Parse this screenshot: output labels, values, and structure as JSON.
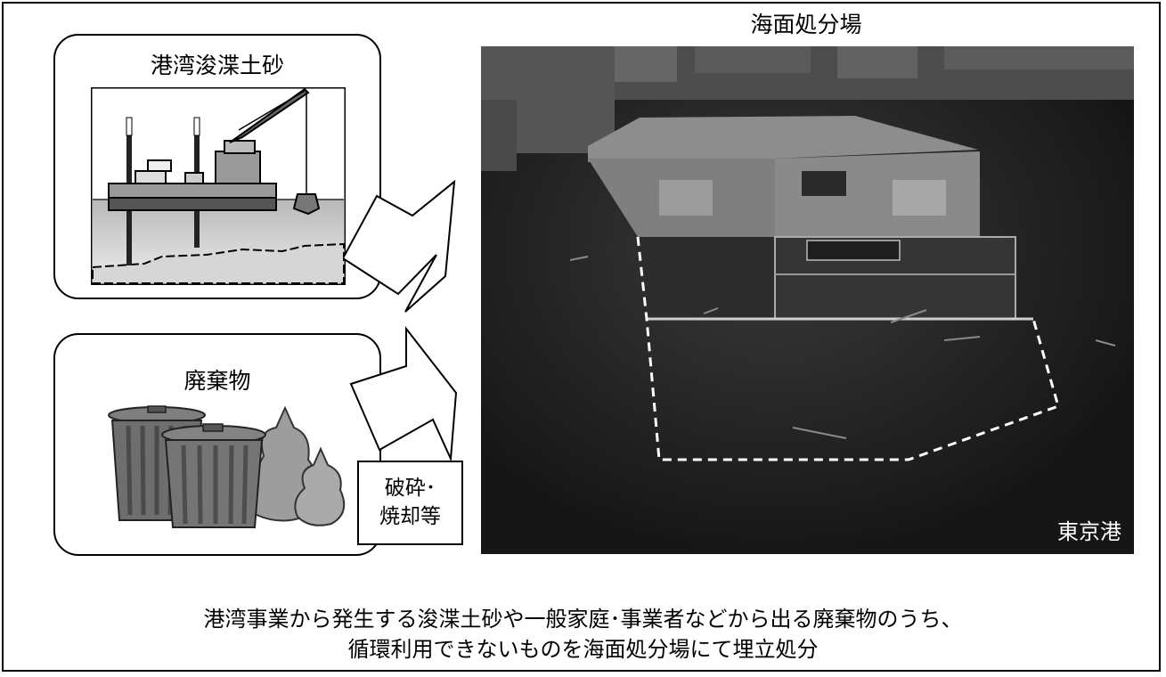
{
  "dredged_soil": {
    "title": "港湾浚渫土砂"
  },
  "waste": {
    "title": "廃棄物"
  },
  "process": {
    "line1": "破砕･",
    "line2": "焼却等"
  },
  "disposal_site": {
    "title": "海面処分場",
    "location_label": "東京港"
  },
  "caption": {
    "line1": "港湾事業から発生する浚渫土砂や一般家庭･事業者などから出る廃棄物のうち、",
    "line2": "循環利用できないものを海面処分場にて埋立処分"
  }
}
